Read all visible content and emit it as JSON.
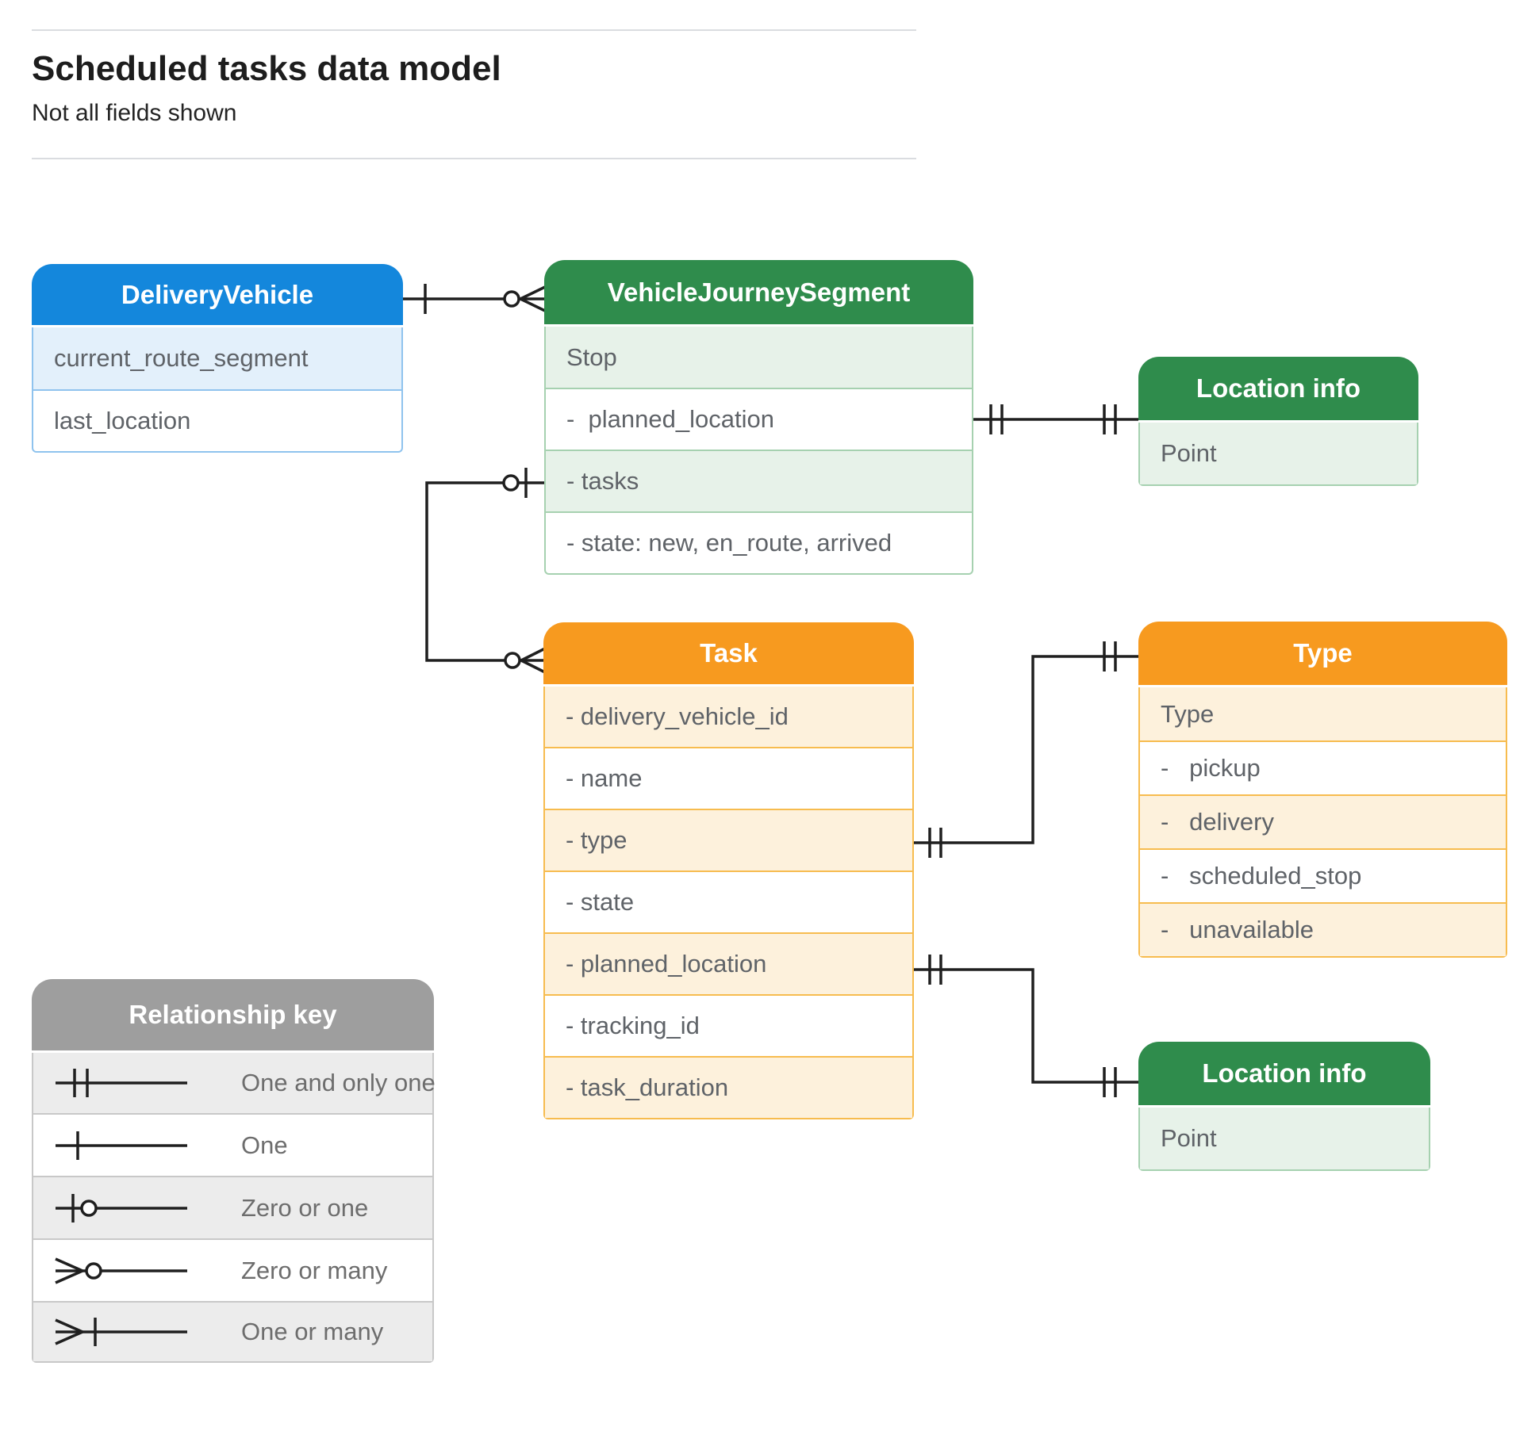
{
  "page": {
    "title": "Scheduled tasks data model",
    "subtitle": "Not all fields shown"
  },
  "entities": {
    "delivery_vehicle": {
      "title": "DeliveryVehicle",
      "fields": [
        "current_route_segment",
        "last_location"
      ]
    },
    "vehicle_journey_segment": {
      "title": "VehicleJourneySegment",
      "fields": [
        "Stop",
        "-  planned_location",
        "- tasks",
        "- state: new, en_route, arrived"
      ]
    },
    "location_info_top": {
      "title": "Location info",
      "fields": [
        "Point"
      ]
    },
    "task": {
      "title": "Task",
      "fields": [
        "- delivery_vehicle_id",
        "- name",
        "- type",
        "- state",
        "- planned_location",
        "- tracking_id",
        "- task_duration"
      ]
    },
    "type": {
      "title": "Type",
      "fields": [
        "Type",
        "-   pickup",
        "-   delivery",
        "-   scheduled_stop",
        "-   unavailable"
      ]
    },
    "location_info_bottom": {
      "title": "Location info",
      "fields": [
        "Point"
      ]
    }
  },
  "legend": {
    "title": "Relationship key",
    "items": [
      "One and only one",
      "One",
      "Zero or one",
      "Zero or many",
      "One or many"
    ]
  },
  "connections": [
    {
      "from": "DeliveryVehicle",
      "to": "VehicleJourneySegment",
      "from_cardinality": "one",
      "to_cardinality": "zero or many"
    },
    {
      "from": "VehicleJourneySegment.planned_location",
      "to": "Location info (top)",
      "from_cardinality": "one and only one",
      "to_cardinality": "one and only one"
    },
    {
      "from": "VehicleJourneySegment.tasks",
      "to": "Task",
      "from_cardinality": "zero or one",
      "to_cardinality": "zero or many"
    },
    {
      "from": "Task.type",
      "to": "Type",
      "from_cardinality": "one and only one",
      "to_cardinality": "one and only one"
    },
    {
      "from": "Task.planned_location",
      "to": "Location info (bottom)",
      "from_cardinality": "one and only one",
      "to_cardinality": "one and only one"
    }
  ],
  "colors": {
    "blue_header": "#1487DC",
    "blue_row_tint": "#E3F0FB",
    "blue_border": "#8FC3EE",
    "green_header": "#2F8C4C",
    "green_row_tint": "#E7F2E9",
    "green_border": "#A6D1B0",
    "orange_header": "#F79A1F",
    "orange_row_tint": "#FDF1DC",
    "orange_border": "#F7BC4F",
    "gray_header": "#9E9E9E",
    "gray_row_tint": "#ECECEC",
    "gray_border": "#C8C8C8",
    "connector_line": "#1f1f1f",
    "field_text": "#5f6368",
    "divider_rule": "#dadce0"
  }
}
